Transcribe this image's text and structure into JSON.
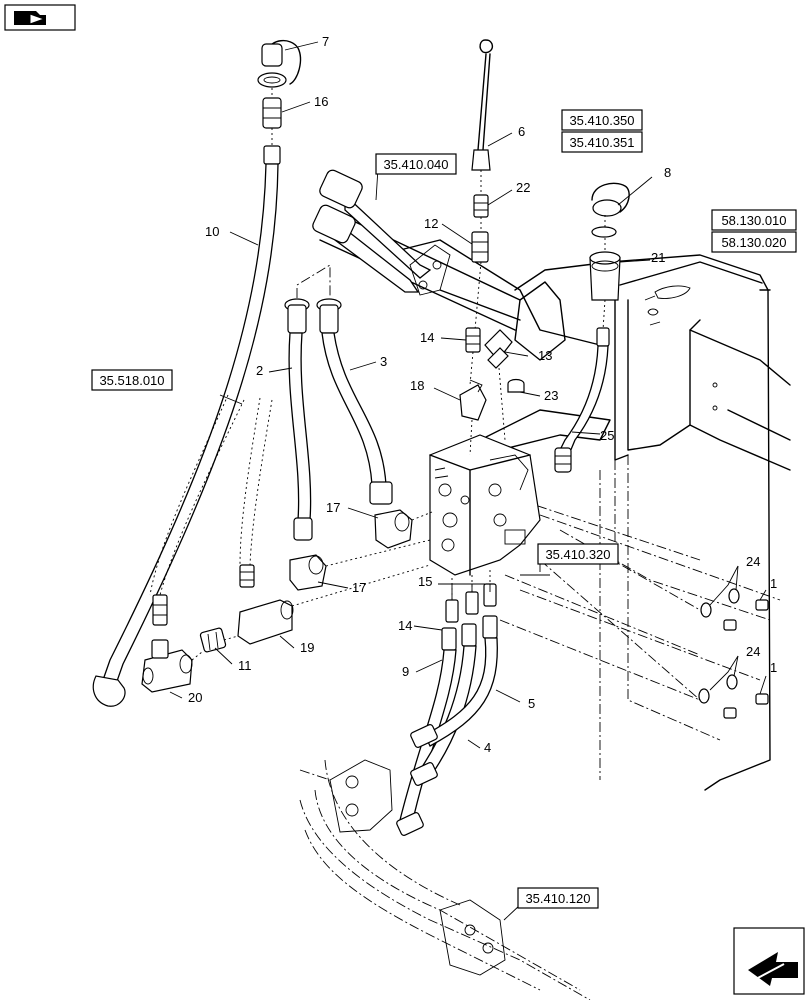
{
  "references": {
    "r1": "35.410.040",
    "r2": "35.410.350",
    "r3": "35.410.351",
    "r4": "58.130.010",
    "r5": "58.130.020",
    "r6": "35.518.010",
    "r7": "35.410.320",
    "r8": "35.410.120"
  },
  "callouts": {
    "c7": "7",
    "c16": "16",
    "c10": "10",
    "c6": "6",
    "c22": "22",
    "c12": "12",
    "c8": "8",
    "c21": "21",
    "c2": "2",
    "c3": "3",
    "c14a": "14",
    "c13": "13",
    "c18": "18",
    "c23": "23",
    "c25": "25",
    "c17a": "17",
    "c17b": "17",
    "c15": "15",
    "c24a": "24",
    "c1a": "1",
    "c14b": "14",
    "c19": "19",
    "c11": "11",
    "c9": "9",
    "c20": "20",
    "c5": "5",
    "c4": "4",
    "c24b": "24",
    "c1b": "1"
  },
  "icons": {
    "top_nav": "folder-arrow-icon",
    "bottom_nav": "next-page-arrow-icon"
  }
}
